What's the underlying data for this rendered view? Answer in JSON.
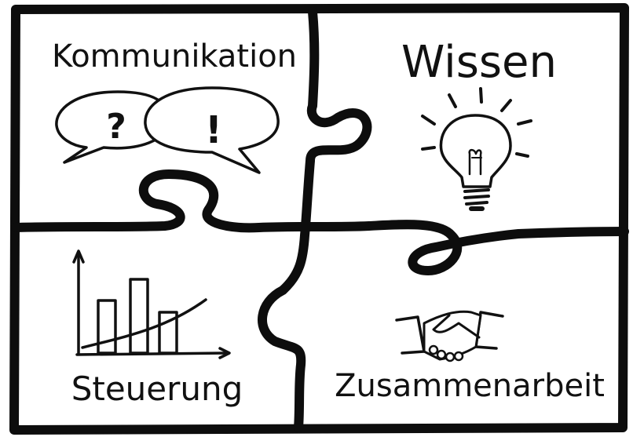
{
  "diagram": {
    "pieces": [
      {
        "key": "kommunikation",
        "label": "Kommunikation",
        "icons": [
          "speech-bubble-question",
          "speech-bubble-exclamation"
        ]
      },
      {
        "key": "wissen",
        "label": "Wissen",
        "icons": [
          "light-bulb"
        ]
      },
      {
        "key": "steuerung",
        "label": "Steuerung",
        "icons": [
          "bar-chart-trend"
        ]
      },
      {
        "key": "zusammenarbeit",
        "label": "Zusammenarbeit",
        "icons": [
          "handshake"
        ]
      }
    ],
    "bubble_marks": {
      "question": "?",
      "exclamation": "!"
    },
    "colors": {
      "ink": "#111111",
      "background": "#ffffff",
      "frame": "#0d0d0d"
    }
  }
}
